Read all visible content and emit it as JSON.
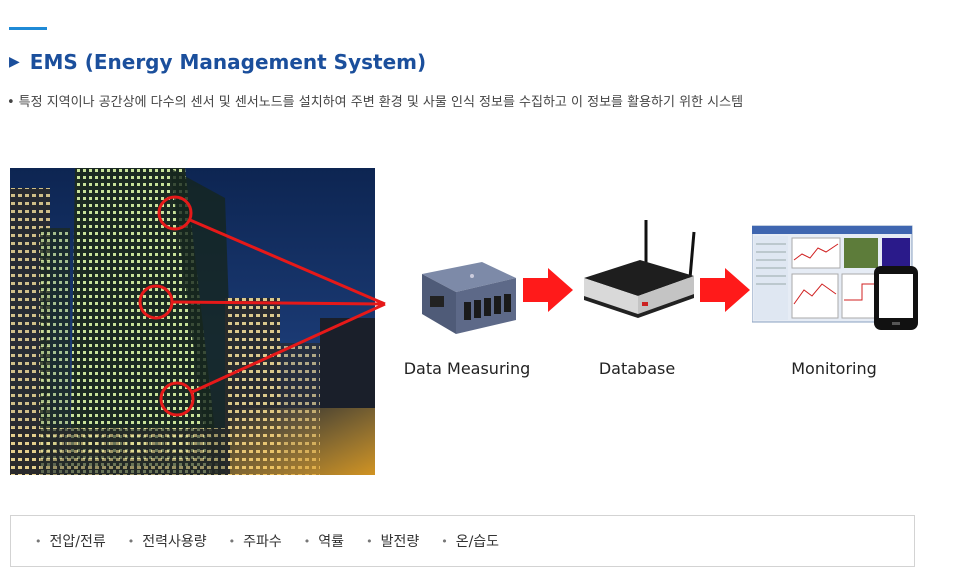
{
  "header": {
    "title": "EMS (Energy Management System)",
    "description": "특정 지역이나 공간상에 다수의 센서 및 센서노드를 설치하여 주변 환경 및 사물 인식 정보를 수집하고 이 정보를 활용하기 위한 시스템",
    "bullet": "•",
    "accent_color": "#1f8ad6",
    "title_color": "#1b4f9c"
  },
  "diagram": {
    "photo_icon": "city-night-building-image",
    "arrow_color": "#ff1a1a",
    "steps": [
      {
        "label": "Data Measuring",
        "icon": "sensor-node-device-icon"
      },
      {
        "label": "Database",
        "icon": "router-server-icon"
      },
      {
        "label": "Monitoring",
        "icon": "monitor-dashboard-icon"
      }
    ]
  },
  "metrics": {
    "bullet": "•",
    "items": [
      "전압/전류",
      "전력사용량",
      "주파수",
      "역률",
      "발전량",
      "온/습도"
    ]
  }
}
